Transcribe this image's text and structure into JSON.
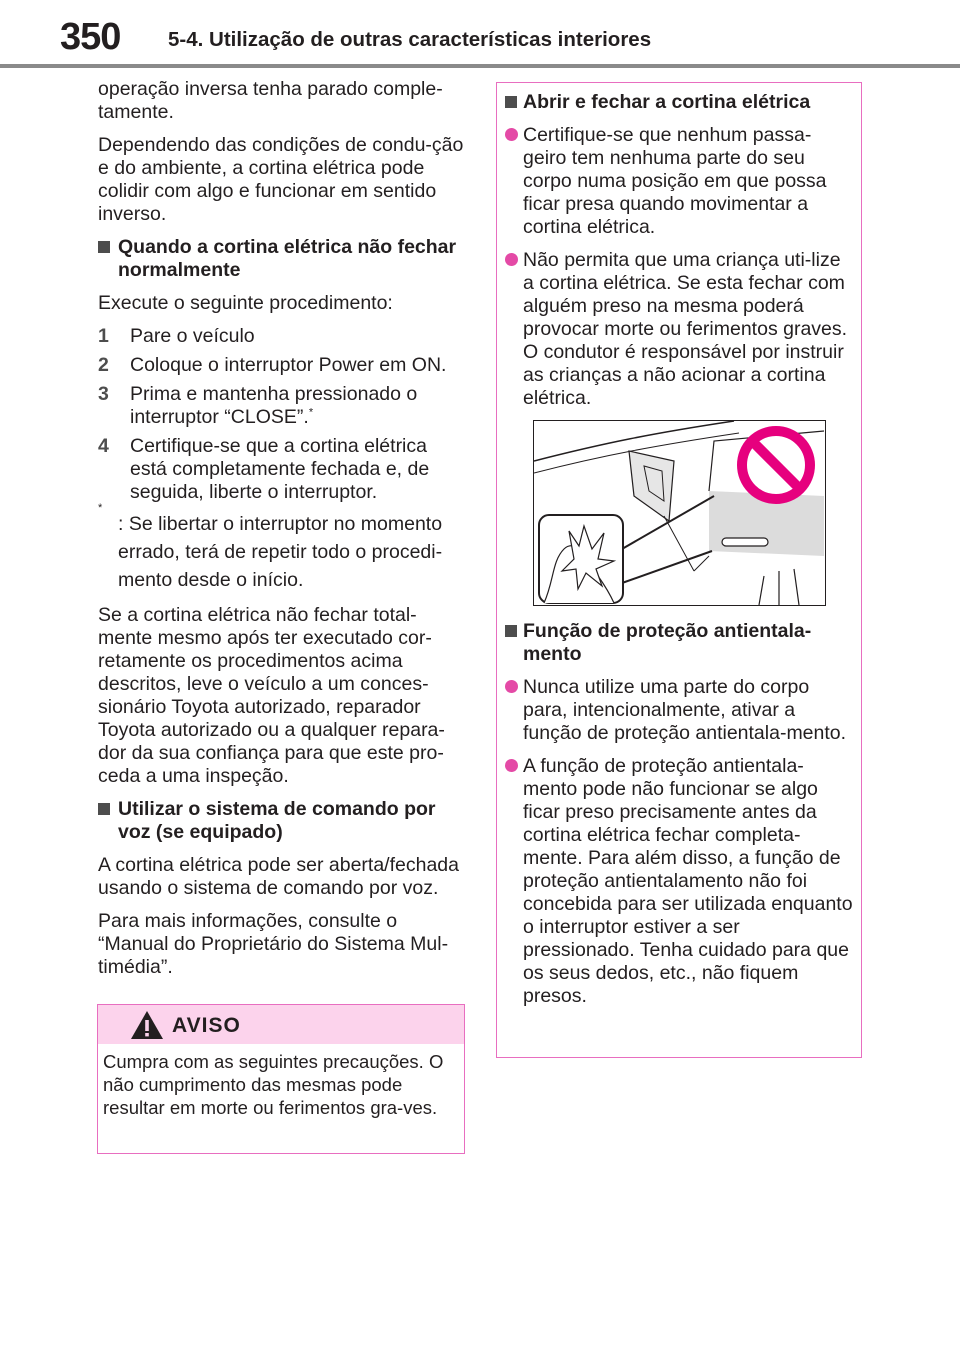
{
  "header": {
    "page_number": "350",
    "section_title": "5-4. Utilização de outras características interiores"
  },
  "left": {
    "p1": "operação inversa tenha parado comple-tamente.",
    "p2": "Dependendo das condições de condu-ção e do ambiente, a cortina elétrica pode colidir com algo e funcionar em sentido inverso.",
    "h1": "Quando a cortina elétrica não fechar normalmente",
    "p3": "Execute o seguinte procedimento:",
    "steps": [
      {
        "num": "1",
        "text": "Pare o veículo"
      },
      {
        "num": "2",
        "text": "Coloque o interruptor Power em ON."
      },
      {
        "num": "3",
        "text": "Prima e mantenha pressionado o interruptor “CLOSE”."
      },
      {
        "num": "4",
        "text": "Certifique-se que a cortina elétrica está completamente fechada e, de seguida, liberte o interruptor."
      }
    ],
    "footnote_mark": "*",
    "note": ": Se libertar o interruptor no momento errado, terá de repetir todo o procedi-mento desde o início.",
    "p4": "Se a cortina elétrica não fechar total-mente mesmo após ter executado cor-retamente os procedimentos acima descritos, leve o veículo a um conces-sionário Toyota autorizado, reparador Toyota autorizado ou a qualquer repara-dor da sua confiança para que este pro-ceda a uma inspeção.",
    "h2": "Utilizar o sistema de comando por voz (se equipado)",
    "p5": "A cortina elétrica pode ser aberta/fechada usando o sistema de comando por voz.",
    "p6": "Para mais informações, consulte o “Manual do Proprietário do Sistema Mul-timédia”."
  },
  "aviso": {
    "title": "AVISO",
    "text": "Cumpra com as seguintes precauções. O não cumprimento das mesmas pode resultar em morte ou ferimentos gra-ves."
  },
  "right": {
    "h1": "Abrir e fechar a cortina elétrica",
    "b1": "Certifique-se que nenhum passa-geiro tem nenhuma parte do seu corpo numa posição em que possa ficar presa quando movimentar a cortina elétrica.",
    "b2": "Não permita que uma criança uti-lize a cortina elétrica. Se esta fechar com alguém preso na mesma poderá provocar morte ou ferimentos graves. O condutor é responsável por instruir as crianças a não acionar a cortina elétrica.",
    "h2": "Função de proteção antientala-mento",
    "b3": "Nunca utilize uma parte do corpo para, intencionalmente, ativar a função de proteção antientala-mento.",
    "b4": "A função de proteção antientala-mento pode não funcionar se algo ficar preso precisamente antes da cortina elétrica fechar completa-mente. Para além disso, a função de proteção antientalamento não foi concebida para ser utilizada enquanto o interruptor estiver a ser pressionado. Tenha cuidado para que os seus dedos, etc., não fiquem presos."
  },
  "colors": {
    "accent": "#e44aa6",
    "border": "#e86ec0",
    "warning_bg": "#fcd3ec",
    "prohibited": "#e6007e"
  },
  "icons": [
    "warning-triangle-icon",
    "prohibition-icon",
    "square-bullet-icon",
    "circle-bullet-icon"
  ]
}
